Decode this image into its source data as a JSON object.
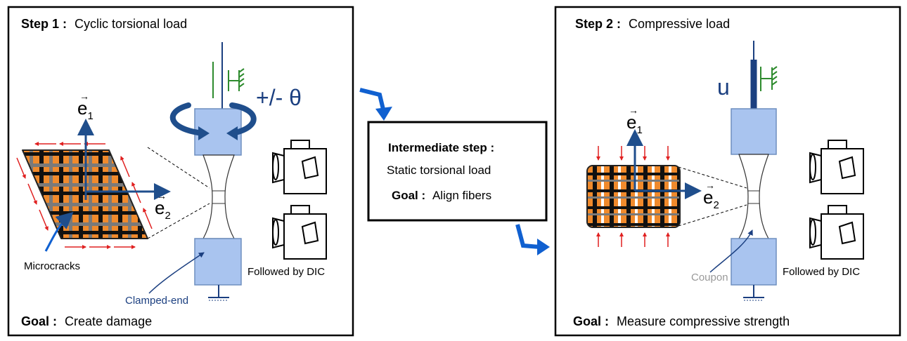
{
  "left_panel": {
    "step_label": "Step 1 :",
    "step_text": "Cyclic torsional load",
    "goal_label": "Goal :",
    "goal_text": "Create damage",
    "rotation_label": "+/- θ",
    "e1": "e",
    "e1_sub": "1",
    "e2": "e",
    "e2_sub": "2",
    "microcracks_label": "Microcracks",
    "clamped_label": "Clamped-end",
    "dic_label": "Followed by DIC"
  },
  "middle_panel": {
    "step_label": "Intermediate step :",
    "step_text": "Static torsional load",
    "goal_label": "Goal :",
    "goal_text": "Align fibers"
  },
  "right_panel": {
    "step_label": "Step 2 :",
    "step_text": "Compressive load",
    "goal_label": "Goal :",
    "goal_text": "Measure compressive strength",
    "displacement_label": "u",
    "e1": "e",
    "e1_sub": "1",
    "e2": "e",
    "e2_sub": "2",
    "coupon_label": "Coupon",
    "dic_label": "Followed by DIC"
  },
  "colors": {
    "frame": "#000000",
    "arrow_blue": "#1f4e8c",
    "load_blue": "#1b3f80",
    "grip_fill": "#a9c4ef",
    "grip_stroke": "#6f8fbf",
    "spring_green": "#2e8b2e",
    "crack_red": "#e02020",
    "weave_orange": "#f08a2c",
    "weave_gray": "#7a7a7a",
    "link_blue": "#1060d0",
    "coupon_gray": "#999999"
  }
}
